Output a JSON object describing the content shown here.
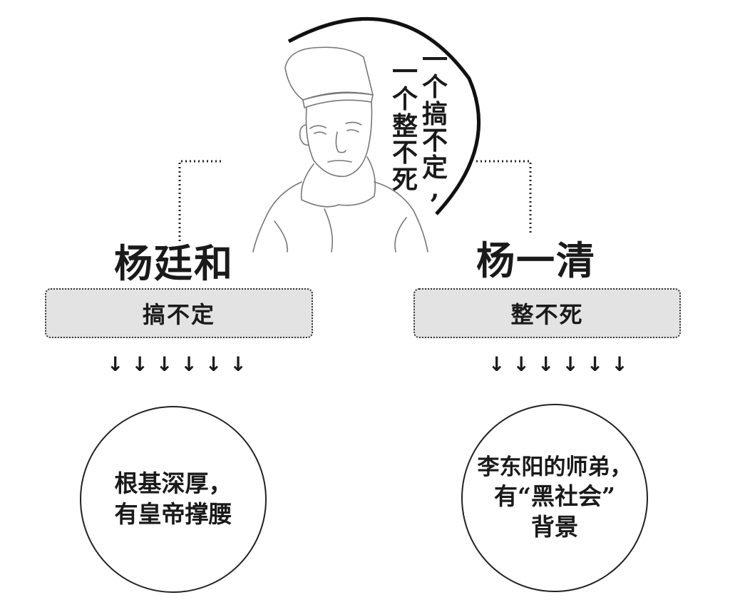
{
  "quote": {
    "column_right": [
      "一",
      "个",
      "搞",
      "不",
      "定",
      ","
    ],
    "column_left": [
      "一",
      "个",
      "整",
      "不",
      "死"
    ]
  },
  "left": {
    "name": "杨廷和",
    "box_label": "搞不定",
    "arrows": [
      "↓",
      "↓",
      "↓",
      "↓",
      "↓",
      "↓"
    ],
    "circle_lines": [
      "根基深厚，",
      "有皇帝撑腰"
    ]
  },
  "right": {
    "name": "杨一清",
    "box_label": "整不死",
    "arrows": [
      "↓",
      "↓",
      "↓",
      "↓",
      "↓",
      "↓"
    ],
    "circle_lines": [
      "李东阳的师弟，",
      "有“黑社会”",
      "背景"
    ]
  },
  "portrait": {
    "icon": "official-portrait-sketch-icon"
  }
}
